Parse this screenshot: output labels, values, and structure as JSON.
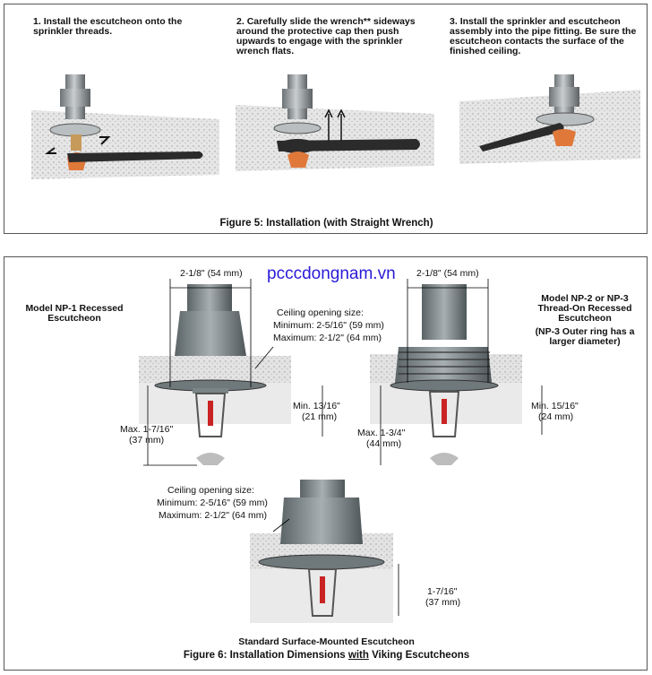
{
  "figure5": {
    "steps": [
      {
        "n": "1.",
        "text": "Install the escutcheon onto the sprinkler threads."
      },
      {
        "n": "2.",
        "text": "Carefully slide the wrench** sideways around the protective cap then push upwards to engage with the sprinkler wrench flats."
      },
      {
        "n": "3.",
        "text": "Install the sprinkler and escutcheon assembly into the pipe fitting. Be sure the escutcheon contacts the surface of the finished ceiling."
      }
    ],
    "caption": "Figure 5: Installation (with Straight Wrench)"
  },
  "figure6": {
    "watermark": "pcccdongnam.vn",
    "np1": {
      "title": "Model NP-1 Recessed Escutcheon",
      "width_dim": "2-1/8\" (54 mm)",
      "opening_title": "Ceiling opening size:",
      "opening_min": "Minimum: 2-5/16\" (59 mm)",
      "opening_max": "Maximum: 2-1/2\" (64 mm)",
      "min_dim_a": "Min. 13/16\"",
      "min_dim_b": "(21 mm)",
      "max_dim_a": "Max. 1-7/16\"",
      "max_dim_b": "(37 mm)"
    },
    "np2": {
      "title": "Model NP-2 or NP-3 Thread-On Recessed Escutcheon",
      "note": "(NP-3 Outer ring has a larger diameter)",
      "width_dim": "2-1/8\" (54 mm)",
      "min_dim_a": "Min. 15/16\"",
      "min_dim_b": "(24 mm)",
      "max_dim_a": "Max. 1-3/4\"",
      "max_dim_b": "(44 mm)"
    },
    "standard": {
      "opening_title": "Ceiling opening size:",
      "opening_min": "Minimum: 2-5/16\" (59 mm)",
      "opening_max": "Maximum: 2-1/2\" (64 mm)",
      "dim_a": "1-7/16\"",
      "dim_b": "(37 mm)",
      "title": "Standard Surface-Mounted Escutcheon"
    },
    "caption_pre": "Figure 6: Installation Dimensions ",
    "caption_u": "with",
    "caption_post": " Viking Escutcheons"
  },
  "colors": {
    "metal": "#8c9396",
    "orange": "#d9733a",
    "ceiling": "#dcdcdc",
    "wrench": "#2b2b2b"
  }
}
